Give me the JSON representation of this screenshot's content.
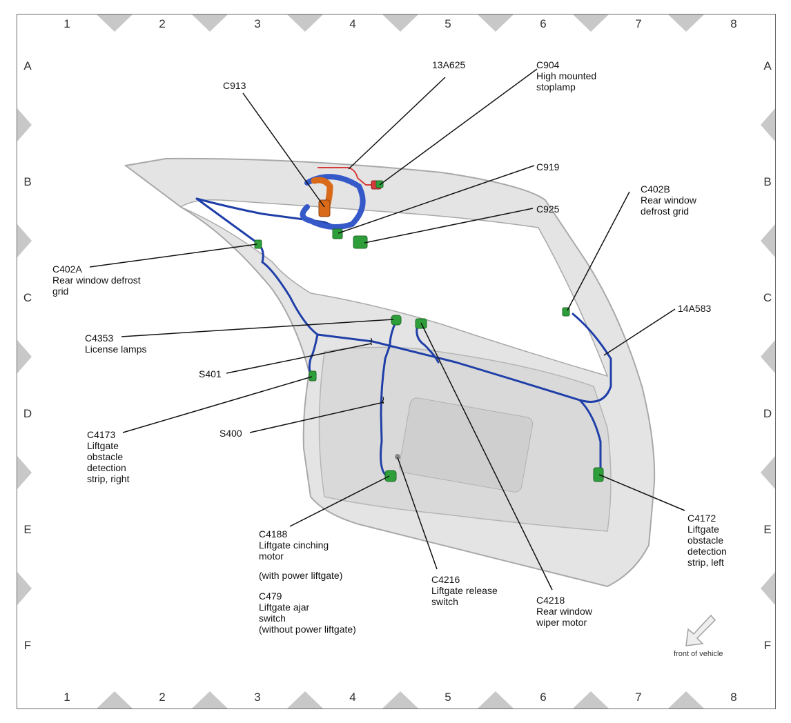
{
  "grid": {
    "columns": [
      "1",
      "2",
      "3",
      "4",
      "5",
      "6",
      "7",
      "8"
    ],
    "rows": [
      "A",
      "B",
      "C",
      "D",
      "E",
      "F"
    ],
    "colors": {
      "marker": "#c8c8c8",
      "border": "#666666"
    }
  },
  "callouts": {
    "c913": "C913",
    "a13625": "13A625",
    "c904": "C904\nHigh mounted\nstoplamp",
    "c919": "C919",
    "c925": "C925",
    "c402b": "C402B\nRear window\ndefrost grid",
    "c402a": "C402A\nRear window defrost\ngrid",
    "a14583": "14A583",
    "c4353": "C4353\nLicense lamps",
    "s401": "S401",
    "c4173": "C4173\nLiftgate\nobstacle\ndetection\nstrip, right",
    "s400": "S400",
    "c4188": "C4188\nLiftgate cinching\nmotor",
    "c4188_note": "(with power liftgate)",
    "c479": "C479\nLiftgate ajar\nswitch\n(without power liftgate)",
    "c4216": "C4216\nLiftgate release\nswitch",
    "c4218": "C4218\nRear window\nwiper motor",
    "c4172": "C4172\nLiftgate\nobstacle\ndetection\nstrip, left"
  },
  "orientation": {
    "label": "front of vehicle",
    "arrow_icon": "arrow-down-left-icon"
  },
  "colors": {
    "liftgate_fill": "#e4e4e4",
    "liftgate_stroke": "#a8a8a8",
    "harness_blue": "#1f3fa8",
    "harness_red": "#d63a3a",
    "harness_orange": "#d86a1a",
    "connector_green": "#2e9e3a",
    "leader": "#111111"
  }
}
